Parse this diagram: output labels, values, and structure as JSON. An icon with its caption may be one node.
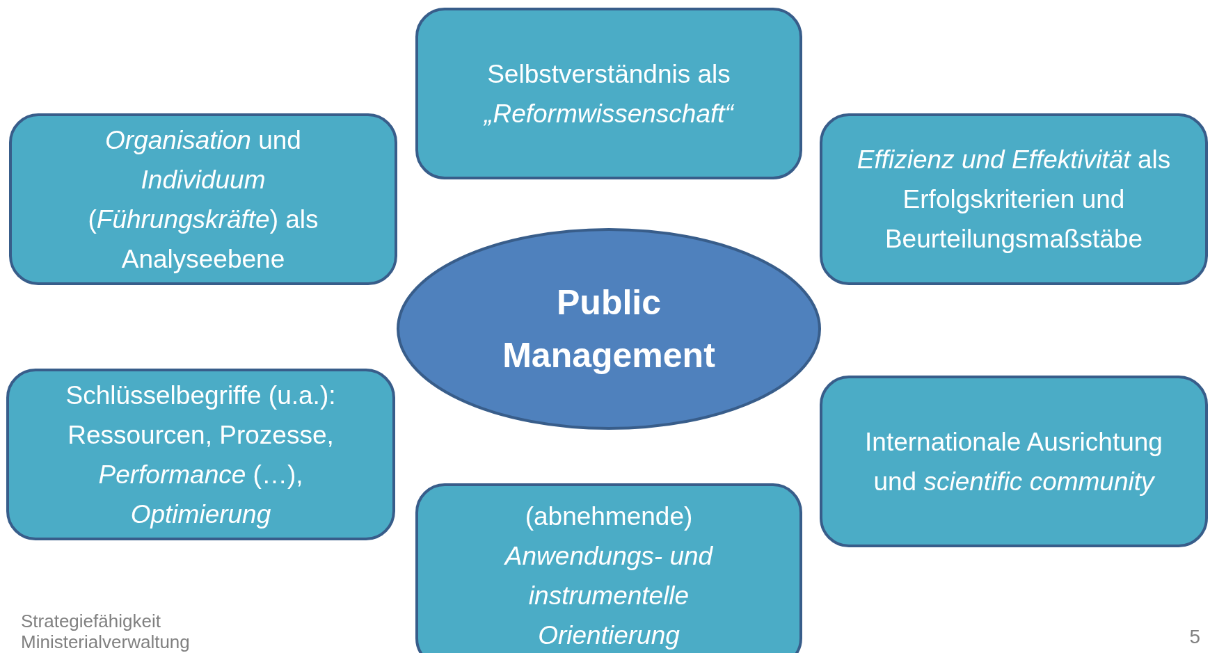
{
  "diagram": {
    "nodes": [
      {
        "text": [
          "Selbstverständnis als *„Reformwissenschaft“*"
        ]
      },
      {
        "text": [
          "*Organisation* und *Individuum* (*Führungskräfte*) als Analyseebene"
        ]
      },
      {
        "text": [
          "*Effizienz und Effektivität* als Erfolgskriterien und Beurteilungsmaßstäbe"
        ]
      },
      {
        "text": [
          "Public Management"
        ]
      },
      {
        "text": [
          "Schlüsselbegriffe (u.a.): Ressourcen, Prozesse, *Performance* (…), *Optimierung*"
        ]
      },
      {
        "text": [
          "Internationale Ausrichtung und *scientific community*"
        ]
      },
      {
        "text": [
          "(abnehmende) *Anwendungs- und instrumentelle Orientierung*"
        ]
      }
    ],
    "labels": [
      "Strategiefähigkeit Ministerialverwaltung",
      "5"
    ]
  }
}
